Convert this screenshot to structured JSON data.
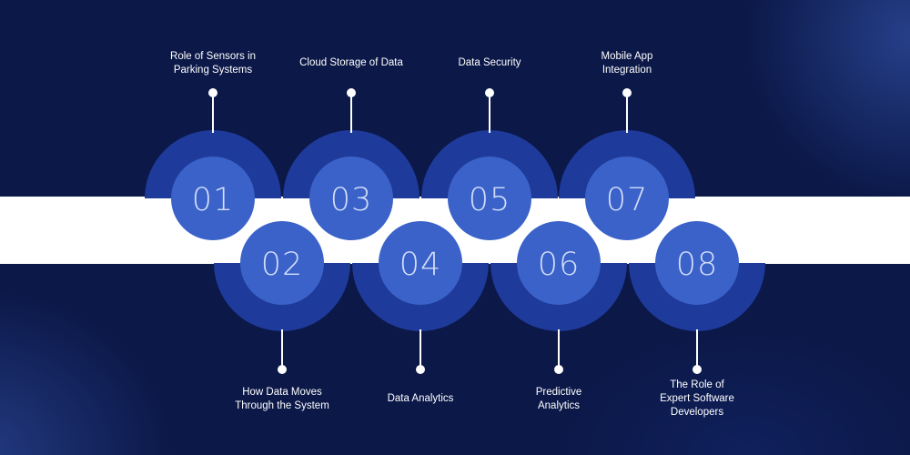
{
  "steps": [
    {
      "number": "01",
      "label": "Role of Sensors in\nParking Systems"
    },
    {
      "number": "02",
      "label": "How Data Moves\nThrough the System"
    },
    {
      "number": "03",
      "label": "Cloud Storage of Data"
    },
    {
      "number": "04",
      "label": "Data Analytics"
    },
    {
      "number": "05",
      "label": "Data Security"
    },
    {
      "number": "06",
      "label": "Predictive\nAnalytics"
    },
    {
      "number": "07",
      "label": "Mobile App\nIntegration"
    },
    {
      "number": "08",
      "label": "The Role of\nExpert Software\nDevelopers"
    }
  ],
  "colors": {
    "background": "#0b1848",
    "outer_circle": "#1e3a9a",
    "inner_circle": "#3a62c8",
    "connector": "#ffffff",
    "band": "#ffffff",
    "text": "#ffffff"
  }
}
